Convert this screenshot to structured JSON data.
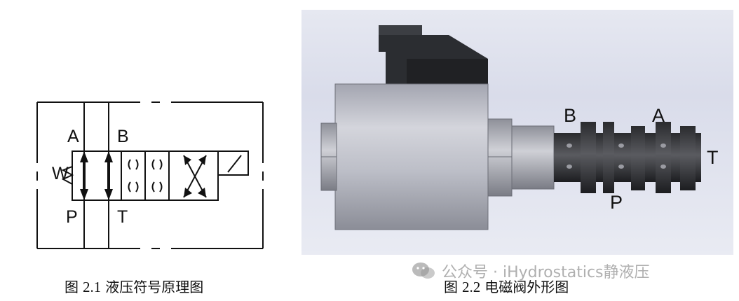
{
  "left_figure": {
    "caption_prefix": "图",
    "caption_number": "2.1",
    "caption_text": "液压符号原理图",
    "labels": {
      "a": "A",
      "b": "B",
      "p": "P",
      "t": "T",
      "w": "W"
    }
  },
  "right_figure": {
    "caption_prefix": "图",
    "caption_number": "2.2",
    "caption_text": "电磁阀外形图",
    "labels": {
      "b": "B",
      "a": "A",
      "t": "T",
      "p": "P"
    }
  },
  "watermark": {
    "text": "公众号 · iHydrostatics静液压",
    "icon": "wechat-icon"
  }
}
